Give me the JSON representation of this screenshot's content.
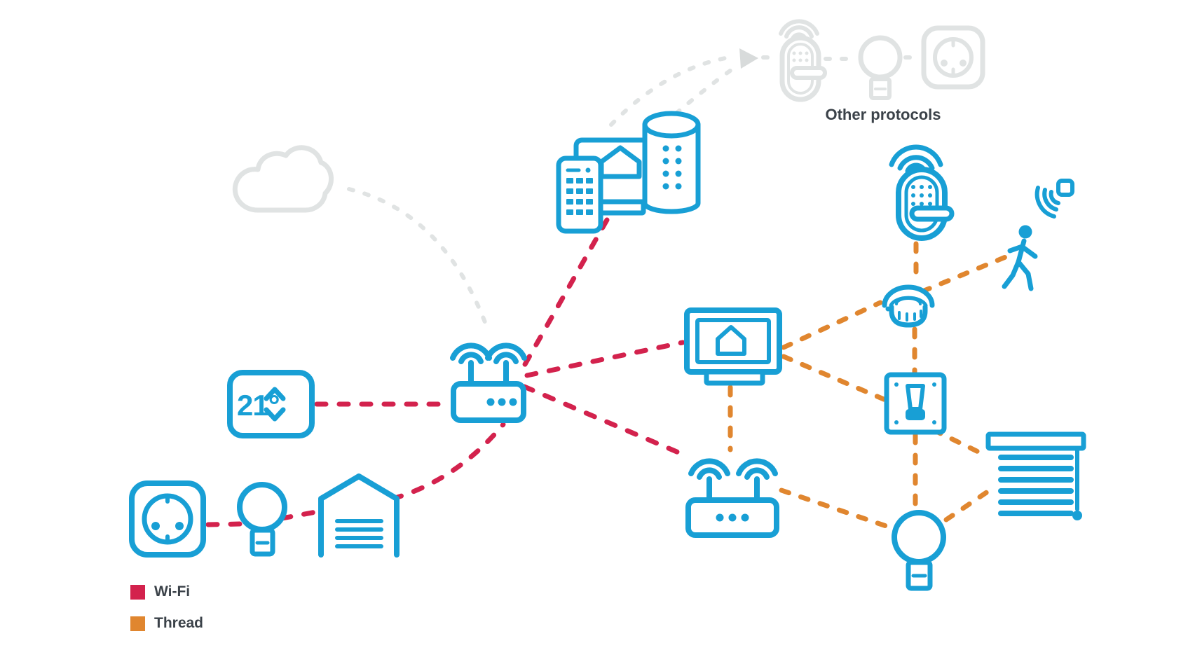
{
  "labels": {
    "other_protocols": "Other protocols",
    "thermostat_temperature": "21°"
  },
  "legend": [
    {
      "label": "Wi-Fi",
      "color": "#D3224D"
    },
    {
      "label": "Thread",
      "color": "#E0862F"
    }
  ],
  "colors": {
    "device": "#189FD5",
    "wifi": "#D3224D",
    "thread": "#E0862F",
    "inactive": "#E0E3E3",
    "arrow": "#D8DBDB",
    "label": "#3B4249"
  },
  "nodes": [
    {
      "id": "cloud",
      "icon": "cloud-icon",
      "network": "other"
    },
    {
      "id": "thermostat",
      "icon": "thermostat-icon",
      "network": "Wi-Fi",
      "value": "21°"
    },
    {
      "id": "wifi-router",
      "icon": "router-icon",
      "network": "Wi-Fi"
    },
    {
      "id": "smart-plug",
      "icon": "power-outlet-icon",
      "network": "Wi-Fi"
    },
    {
      "id": "light-bulb-left",
      "icon": "light-bulb-icon",
      "network": "Wi-Fi"
    },
    {
      "id": "garage-door",
      "icon": "garage-door-icon",
      "network": "Wi-Fi"
    },
    {
      "id": "smartphone",
      "icon": "smartphone-icon",
      "network": "Wi-Fi"
    },
    {
      "id": "smart-display",
      "icon": "smart-display-icon",
      "network": "Wi-Fi"
    },
    {
      "id": "smart-speaker",
      "icon": "smart-speaker-icon",
      "network": "Wi-Fi"
    },
    {
      "id": "smart-tv",
      "icon": "tv-icon",
      "network": "Wi-Fi+Thread"
    },
    {
      "id": "border-router",
      "icon": "router-icon",
      "network": "Wi-Fi+Thread"
    },
    {
      "id": "door-lock",
      "icon": "door-lock-icon",
      "network": "Thread"
    },
    {
      "id": "motion-sensor",
      "icon": "motion-sensor-icon",
      "network": "Thread"
    },
    {
      "id": "smoke-detector",
      "icon": "smoke-detector-icon",
      "network": "Thread"
    },
    {
      "id": "light-switch",
      "icon": "light-switch-icon",
      "network": "Thread"
    },
    {
      "id": "window-blinds",
      "icon": "window-blinds-icon",
      "network": "Thread"
    },
    {
      "id": "light-bulb-right",
      "icon": "light-bulb-icon",
      "network": "Thread"
    },
    {
      "id": "other-door-lock",
      "icon": "door-lock-icon",
      "network": "other"
    },
    {
      "id": "other-light-bulb",
      "icon": "light-bulb-icon",
      "network": "other"
    },
    {
      "id": "other-smart-plug",
      "icon": "power-outlet-icon",
      "network": "other"
    }
  ],
  "edges": [
    {
      "from": "thermostat",
      "to": "wifi-router",
      "protocol": "Wi-Fi"
    },
    {
      "from": "smart-plug",
      "to": "light-bulb-left",
      "protocol": "Wi-Fi"
    },
    {
      "from": "light-bulb-left",
      "to": "garage-door",
      "protocol": "Wi-Fi"
    },
    {
      "from": "garage-door",
      "to": "wifi-router",
      "protocol": "Wi-Fi"
    },
    {
      "from": "wifi-router",
      "to": "smartphone",
      "protocol": "Wi-Fi"
    },
    {
      "from": "wifi-router",
      "to": "smart-tv",
      "protocol": "Wi-Fi"
    },
    {
      "from": "wifi-router",
      "to": "border-router",
      "protocol": "Wi-Fi"
    },
    {
      "from": "door-lock",
      "to": "smoke-detector",
      "protocol": "Thread"
    },
    {
      "from": "smoke-detector",
      "to": "motion-sensor",
      "protocol": "Thread"
    },
    {
      "from": "smart-tv",
      "to": "smoke-detector",
      "protocol": "Thread"
    },
    {
      "from": "smart-tv",
      "to": "light-switch",
      "protocol": "Thread"
    },
    {
      "from": "smart-tv",
      "to": "border-router",
      "protocol": "Thread"
    },
    {
      "from": "smoke-detector",
      "to": "light-switch",
      "protocol": "Thread"
    },
    {
      "from": "light-switch",
      "to": "light-bulb-right",
      "protocol": "Thread"
    },
    {
      "from": "light-switch",
      "to": "window-blinds",
      "protocol": "Thread"
    },
    {
      "from": "border-router",
      "to": "light-bulb-right",
      "protocol": "Thread"
    },
    {
      "from": "light-bulb-right",
      "to": "window-blinds",
      "protocol": "Thread"
    },
    {
      "from": "cloud",
      "to": "wifi-router",
      "protocol": "other"
    },
    {
      "from": "smartphone",
      "to": "other-door-lock",
      "protocol": "other"
    }
  ]
}
